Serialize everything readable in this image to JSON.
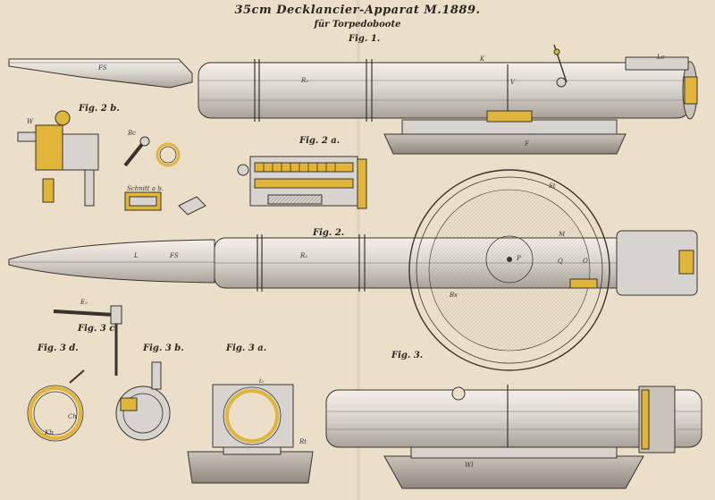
{
  "header": {
    "title": "35cm Decklancier-Apparat M.1889.",
    "subtitle": "für Torpedoboote"
  },
  "figures": {
    "fig1": "Fig. 1.",
    "fig2": "Fig. 2.",
    "fig2a": "Fig. 2 a.",
    "fig2b": "Fig. 2 b.",
    "fig3": "Fig. 3.",
    "fig3a": "Fig. 3 a.",
    "fig3b": "Fig. 3 b.",
    "fig3c": "Fig. 3 c.",
    "fig3d": "Fig. 3 d."
  },
  "labels": {
    "schnitt": "Schnitt a b.",
    "fs1": "FS",
    "fs2": "FS",
    "l": "L",
    "r2a": "R₂",
    "r2b": "R₂",
    "f": "F",
    "k": "K",
    "p": "P",
    "q": "Q",
    "o": "O",
    "v": "V",
    "bs": "Bs",
    "wl": "Wl",
    "st": "St",
    "e2": "E₂",
    "kb": "Kb",
    "ch": "Ch",
    "rt": "Rt",
    "lc": "Lc",
    "m": "M",
    "w": "W",
    "bc": "Bc",
    "i2": "i₂"
  },
  "colors": {
    "paper": "#ecdfca",
    "ink": "#2b2520",
    "brass": "#e0b53a",
    "steel": "#d7d4cf",
    "shade": "#b5b0a8"
  }
}
